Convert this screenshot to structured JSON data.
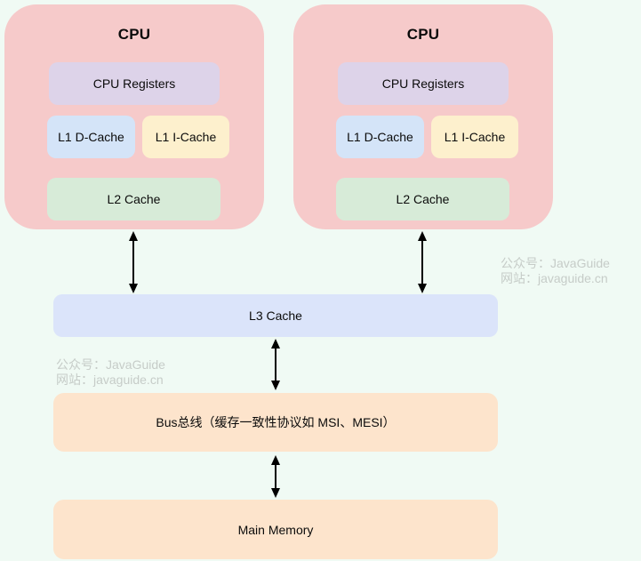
{
  "cpu_cards": [
    {
      "title": "CPU",
      "registers_label": "CPU Registers",
      "l1_dcache_label": "L1 D-Cache",
      "l1_icache_label": "L1 I-Cache",
      "l2_label": "L2 Cache"
    },
    {
      "title": "CPU",
      "registers_label": "CPU Registers",
      "l1_dcache_label": "L1 D-Cache",
      "l1_icache_label": "L1 I-Cache",
      "l2_label": "L2 Cache"
    }
  ],
  "l3_cache": {
    "label": "L3 Cache"
  },
  "bus": {
    "label": "Bus总线（缓存一致性协议如 MSI、MESI）"
  },
  "main_memory": {
    "label": "Main Memory"
  },
  "watermarks": {
    "right": {
      "line1": "公众号：JavaGuide",
      "line2": "网站：javaguide.cn"
    },
    "left": {
      "line1": "公众号：JavaGuide",
      "line2": "网站：javaguide.cn"
    }
  },
  "colors": {
    "background": "#f0faf4",
    "cpu_card": "#f6caca",
    "cpu_registers": "#ddd3e9",
    "l1_dcache": "#d4e4f8",
    "l1_icache": "#fdf0cd",
    "l2_cache": "#d7ebd8",
    "l3_cache": "#dbe4fa",
    "bus": "#fde4cc",
    "main_memory": "#fde4cc",
    "watermark_text": "#c6ccc8",
    "arrow": "#000000"
  }
}
